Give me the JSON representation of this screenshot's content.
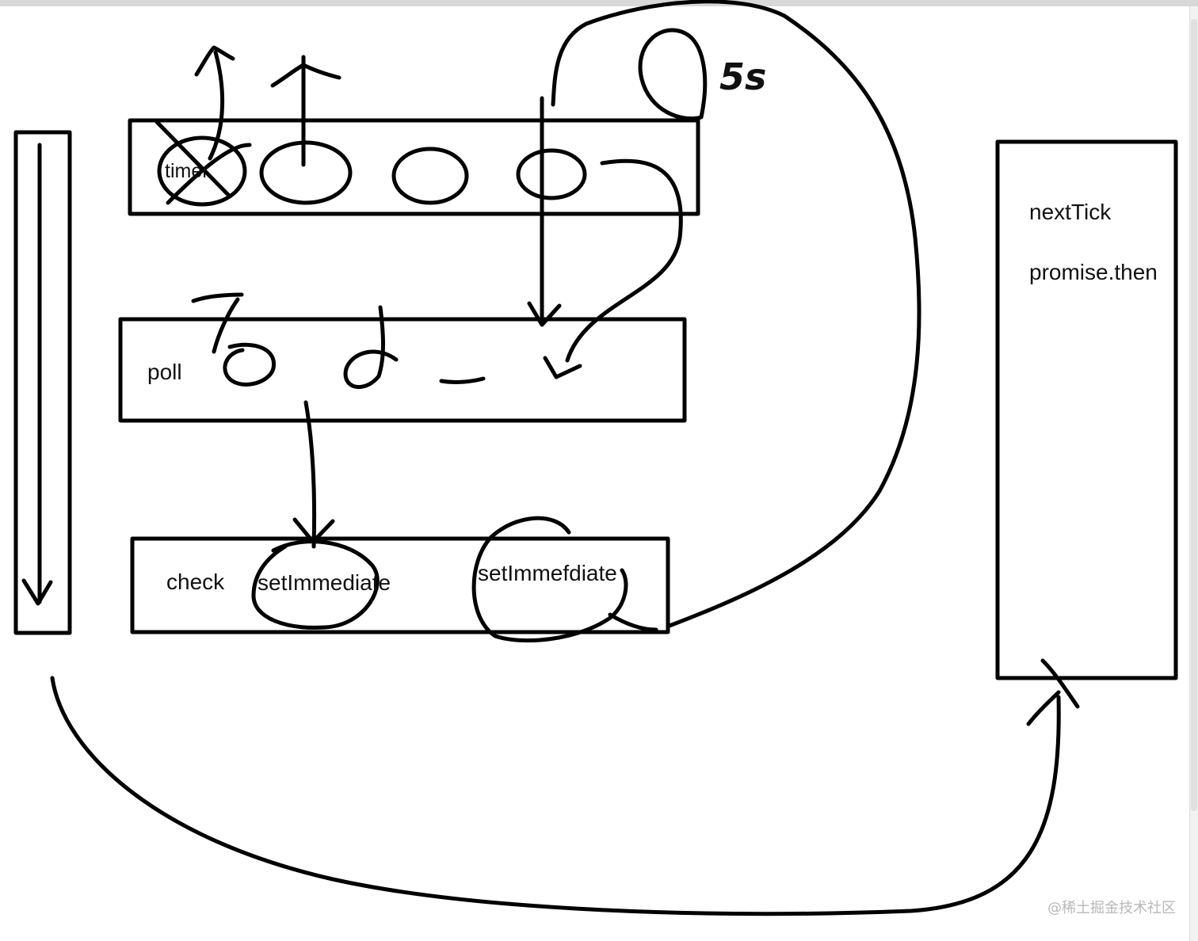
{
  "labels": {
    "timer": "timer",
    "poll": "poll",
    "check": "check",
    "set_immediate_1": "setImmediate",
    "set_immediate_2": "setImmefdiate",
    "next_tick": "nextTick",
    "promise_then": "promise.then",
    "handwritten_5s": "5s"
  },
  "watermark": "@稀土掘金技术社区",
  "colors": {
    "ink": "#000000",
    "text": "#111111",
    "background": "#ffffff"
  }
}
